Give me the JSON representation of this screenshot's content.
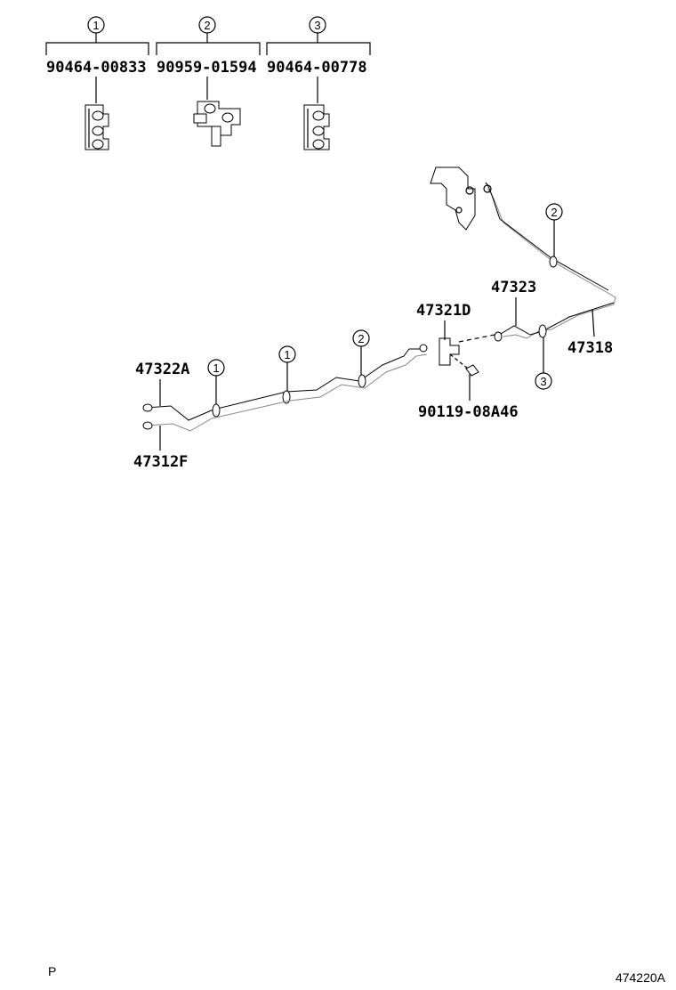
{
  "legend": [
    {
      "ref": "1",
      "part_no": "90464-00833"
    },
    {
      "ref": "2",
      "part_no": "90959-01594"
    },
    {
      "ref": "3",
      "part_no": "90464-00778"
    }
  ],
  "labels": {
    "p47323": "47323",
    "p47321D": "47321D",
    "p47318": "47318",
    "p47322A": "47322A",
    "p47312F": "47312F",
    "p90119": "90119-08A46"
  },
  "callouts": {
    "c1a": "1",
    "c1b": "1",
    "c2a": "2",
    "c2b": "2",
    "c3": "3"
  },
  "footer": {
    "left": "P",
    "right": "474220A"
  }
}
